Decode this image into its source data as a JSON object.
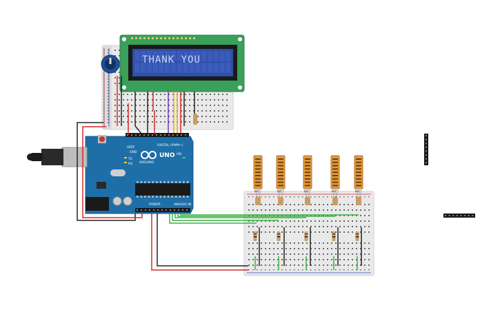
{
  "lcd": {
    "text": "THANK YOU"
  },
  "arduino": {
    "model": "UNO",
    "brand": "ARDUINO",
    "digital_label": "DIGITAL (PWM~)",
    "analog_label": "ANALOG IN",
    "power_label": "POWER",
    "aref": "AREF",
    "gnd": "GND",
    "tx": "TX",
    "rx": "RX",
    "l": "L",
    "on": "ON"
  },
  "resistor_labels": [
    "1kΩ",
    "1kΩ",
    "1kΩ",
    "1kΩ",
    "1kΩ"
  ],
  "colors": {
    "breadboard": "#e6e6e6",
    "arduino": "#1e6fa8",
    "lcd_green": "#3aa05a",
    "lcd_screen": "#2f4fa8",
    "wire_red": "#d62728",
    "wire_black": "#222222",
    "wire_green": "#3cb043"
  }
}
